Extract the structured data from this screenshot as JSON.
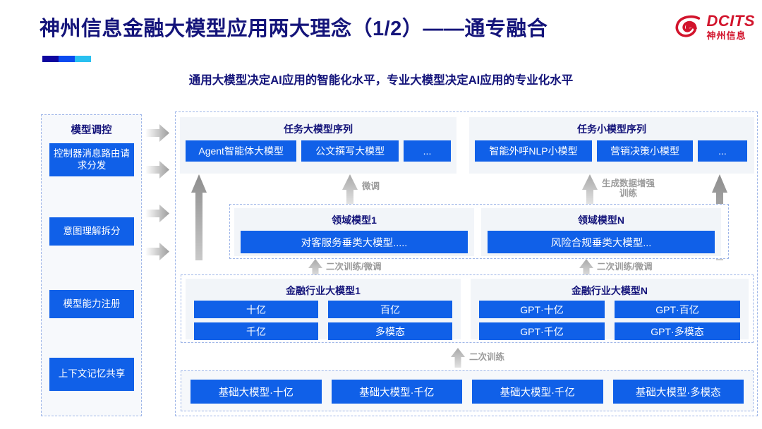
{
  "header": {
    "title": "神州信息金融大模型应用两大理念（1/2）——通专融合",
    "subtitle": "通用大模型决定AI应用的智能化水平，专业大模型决定AI应用的专业化水平",
    "accent_colors": [
      "#10069f",
      "#0b4bf0",
      "#29c0f0"
    ],
    "logo": {
      "mark": "dcits-swoosh-icon",
      "en": "DCITS",
      "cn": "神州信息",
      "color": "#d2142c"
    }
  },
  "theme": {
    "brand_blue": "#1060e8",
    "title_navy": "#14147a",
    "panel_bg": "#f2f5f9",
    "dashed_border": "#9fb6e8",
    "arrow_gray": "#b5b5b5"
  },
  "control_column": {
    "title": "模型调控",
    "items": [
      "控制器消息路由请求分发",
      "意图理解拆分",
      "模型能力注册",
      "上下文记忆共享"
    ]
  },
  "task_sequences": [
    {
      "title": "任务大模型序列",
      "chips": [
        "Agent智能体大模型",
        "公文撰写大模型",
        "..."
      ]
    },
    {
      "title": "任务小模型序列",
      "chips": [
        "智能外呼NLP小模型",
        "营销决策小模型",
        "..."
      ]
    }
  ],
  "domain_models": [
    {
      "title": "领域模型1",
      "chip": "对客服务垂类大模型....."
    },
    {
      "title": "领域模型N",
      "chip": "风险合规垂类大模型..."
    }
  ],
  "industry_models": [
    {
      "title": "金融行业大模型1",
      "cells": [
        "十亿",
        "百亿",
        "千亿",
        "多模态"
      ]
    },
    {
      "title": "金融行业大模型N",
      "cells": [
        "GPT·十亿",
        "GPT·百亿",
        "GPT·千亿",
        "GPT·多模态"
      ]
    }
  ],
  "base_models": [
    "基础大模型·十亿",
    "基础大模型·千亿",
    "基础大模型·千亿",
    "基础大模型·多模态"
  ],
  "arrow_labels": {
    "fine_tune": "微调",
    "data_augment": "生成数据增强\n训练",
    "data_augment_line1": "生成数据增强",
    "data_augment_line2": "训练",
    "secondary_train_ft_left": "二次训练/微调",
    "secondary_train_ft_right": "二次训练/微调",
    "secondary_train": "二次训练"
  }
}
